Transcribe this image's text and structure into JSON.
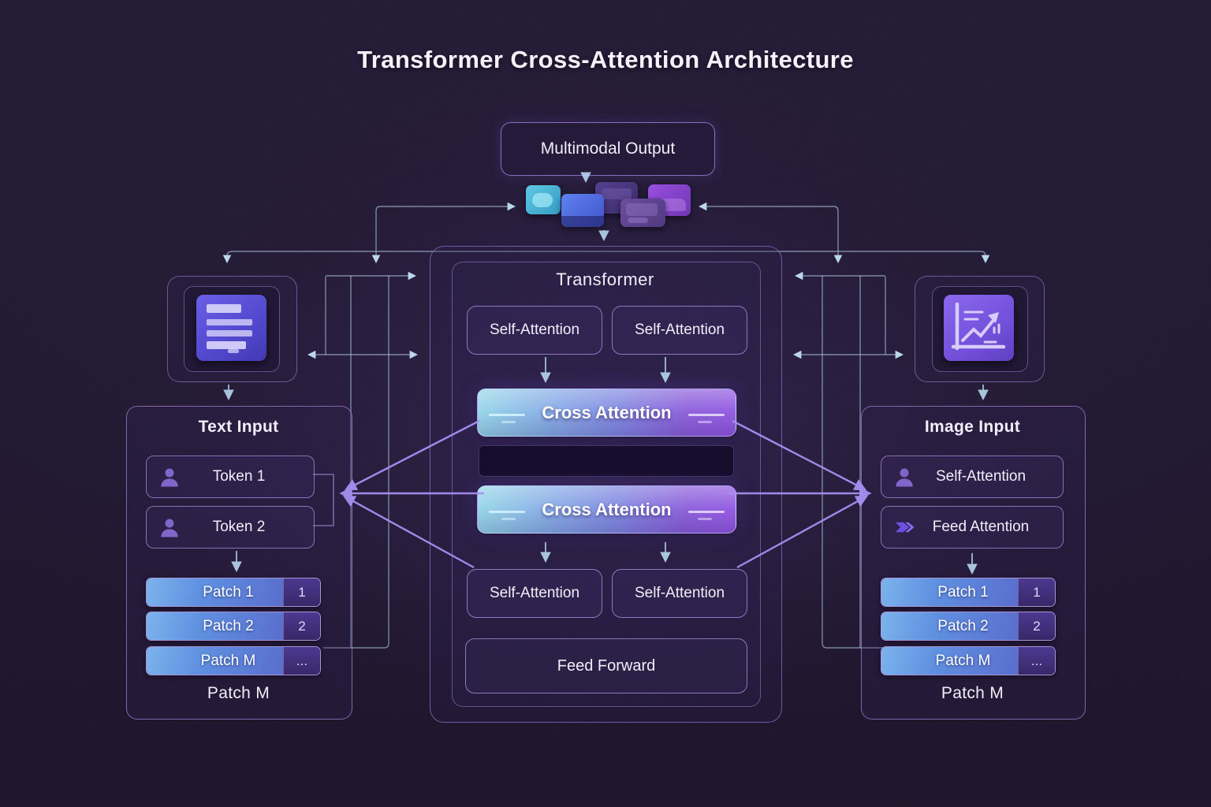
{
  "title": "Transformer Cross-Attention Architecture",
  "output": {
    "label": "Multimodal Output"
  },
  "transformer": {
    "label": "Transformer",
    "self_attention_top_left": "Self-Attention",
    "self_attention_top_right": "Self-Attention",
    "cross_attention_top": "Cross Attention",
    "cross_attention_bottom": "Cross Attention",
    "self_attention_bottom_left": "Self-Attention",
    "self_attention_bottom_right": "Self-Attention",
    "feed_forward": "Feed Forward"
  },
  "text_input": {
    "title": "Text Input",
    "tokens": [
      {
        "label": "Token 1",
        "icon": "person-icon"
      },
      {
        "label": "Token 2",
        "icon": "person-icon"
      }
    ],
    "patches": [
      {
        "label": "Patch 1",
        "badge": "1"
      },
      {
        "label": "Patch 2",
        "badge": "2"
      },
      {
        "label": "Patch M",
        "badge": "..."
      }
    ],
    "footer": "Patch M"
  },
  "image_input": {
    "title": "Image Input",
    "rows": [
      {
        "label": "Self-Attention",
        "icon": "person-icon"
      },
      {
        "label": "Feed Attention",
        "icon": "feed-arrow-icon"
      }
    ],
    "patches": [
      {
        "label": "Patch 1",
        "badge": "1"
      },
      {
        "label": "Patch 2",
        "badge": "2"
      },
      {
        "label": "Patch M",
        "badge": "..."
      }
    ],
    "footer": "Patch M"
  },
  "colors": {
    "background": "#1c132b",
    "panel_border": "#9a7fd0",
    "cross_gradient_left": "#95d6e8",
    "cross_gradient_right": "#9155e2",
    "patch_blue": "#5f90e0",
    "patch_badge_purple": "#44317c",
    "wire_steel": "#b6d2e8",
    "wire_purple": "#a78ff2",
    "text": "#f1eefa"
  }
}
